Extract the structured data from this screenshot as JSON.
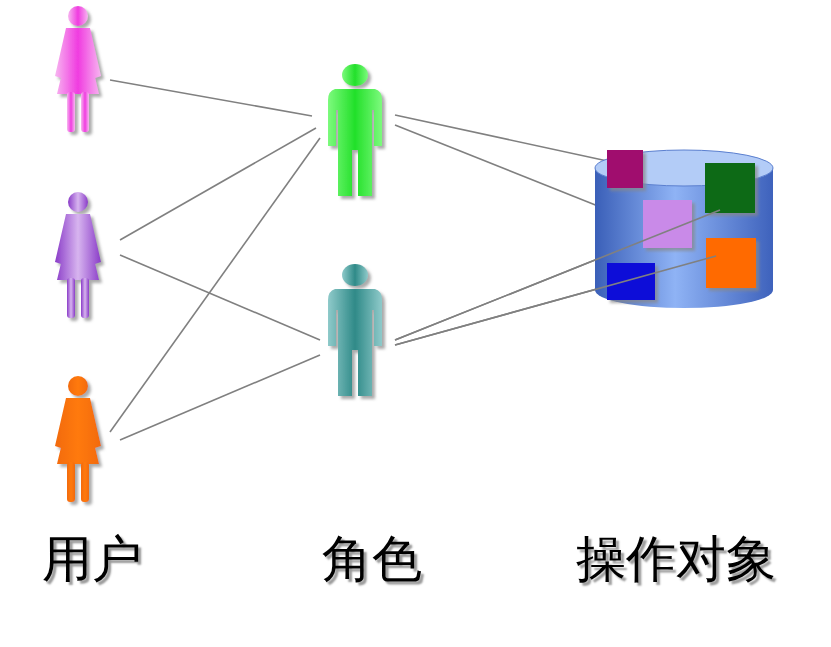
{
  "diagram": {
    "labels": [
      "用户",
      "角色",
      "操作对象"
    ]
  }
}
